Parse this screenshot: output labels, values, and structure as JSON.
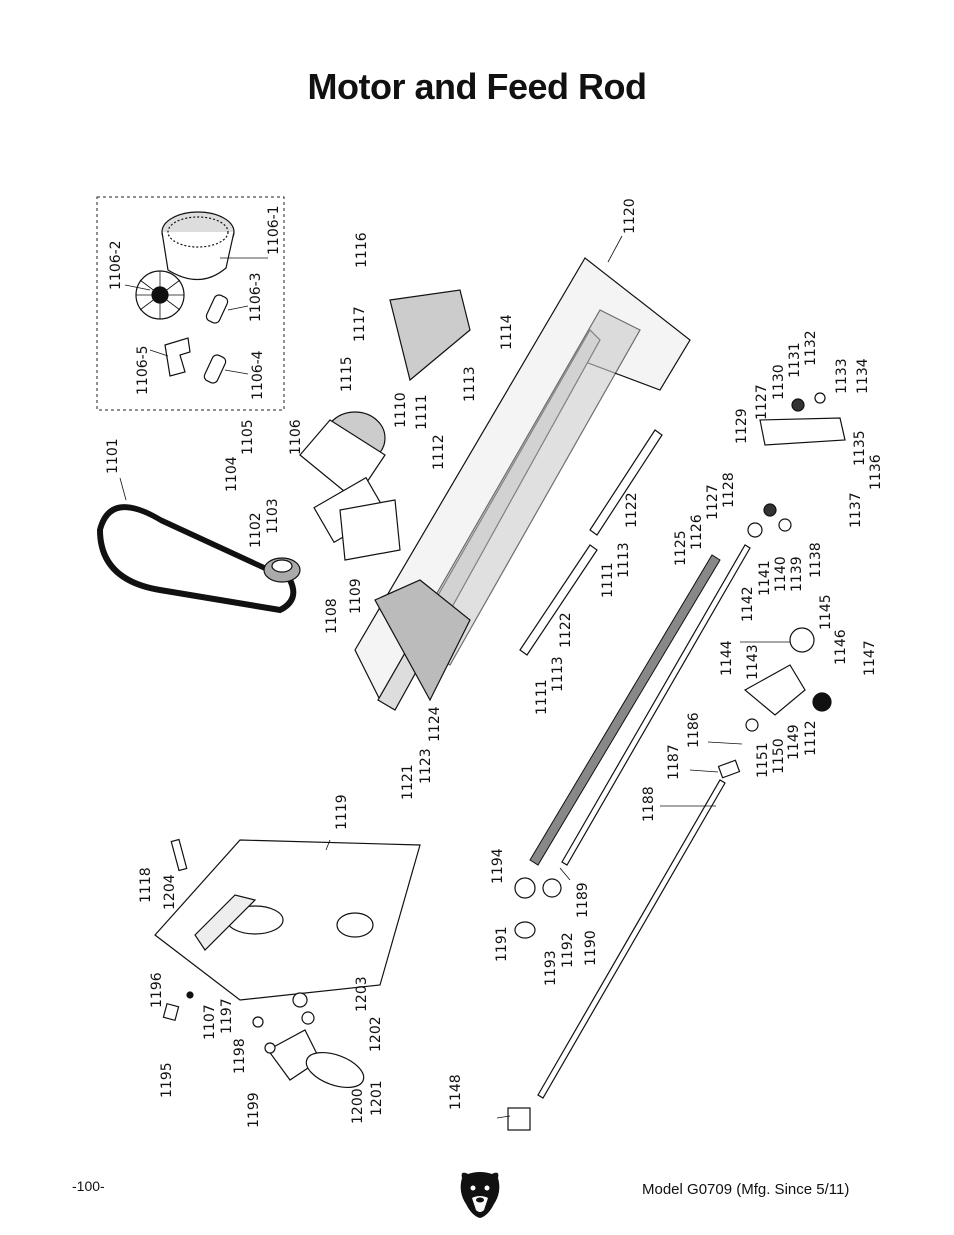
{
  "title": "Motor and Feed Rod",
  "footer": {
    "page_number": "-100-",
    "model": "Model G0709 (Mfg. Since 5/11)",
    "logo_icon": "bear-head-icon"
  },
  "part_labels": [
    {
      "text": "1106-2"
    },
    {
      "text": "1106-1"
    },
    {
      "text": "1106-3"
    },
    {
      "text": "1106-5"
    },
    {
      "text": "1106-4"
    },
    {
      "text": "1116"
    },
    {
      "text": "1117"
    },
    {
      "text": "1115"
    },
    {
      "text": "1114"
    },
    {
      "text": "1113"
    },
    {
      "text": "1110"
    },
    {
      "text": "1111"
    },
    {
      "text": "1112"
    },
    {
      "text": "1120"
    },
    {
      "text": "1105"
    },
    {
      "text": "1106"
    },
    {
      "text": "1104"
    },
    {
      "text": "1103"
    },
    {
      "text": "1102"
    },
    {
      "text": "1101"
    },
    {
      "text": "1108"
    },
    {
      "text": "1109"
    },
    {
      "text": "1121"
    },
    {
      "text": "1123"
    },
    {
      "text": "1124"
    },
    {
      "text": "1111"
    },
    {
      "text": "1113"
    },
    {
      "text": "1122"
    },
    {
      "text": "1111"
    },
    {
      "text": "1113"
    },
    {
      "text": "1122"
    },
    {
      "text": "1125"
    },
    {
      "text": "1126"
    },
    {
      "text": "1127"
    },
    {
      "text": "1128"
    },
    {
      "text": "1129"
    },
    {
      "text": "1127"
    },
    {
      "text": "1130"
    },
    {
      "text": "1131"
    },
    {
      "text": "1132"
    },
    {
      "text": "1133"
    },
    {
      "text": "1134"
    },
    {
      "text": "1135"
    },
    {
      "text": "1136"
    },
    {
      "text": "1137"
    },
    {
      "text": "1138"
    },
    {
      "text": "1139"
    },
    {
      "text": "1140"
    },
    {
      "text": "1141"
    },
    {
      "text": "1142"
    },
    {
      "text": "1144"
    },
    {
      "text": "1143"
    },
    {
      "text": "1145"
    },
    {
      "text": "1146"
    },
    {
      "text": "1147"
    },
    {
      "text": "1186"
    },
    {
      "text": "1151"
    },
    {
      "text": "1150"
    },
    {
      "text": "1149"
    },
    {
      "text": "1112"
    },
    {
      "text": "1187"
    },
    {
      "text": "1188"
    },
    {
      "text": "1119"
    },
    {
      "text": "1118"
    },
    {
      "text": "1204"
    },
    {
      "text": "1196"
    },
    {
      "text": "1195"
    },
    {
      "text": "1107"
    },
    {
      "text": "1197"
    },
    {
      "text": "1198"
    },
    {
      "text": "1199"
    },
    {
      "text": "1203"
    },
    {
      "text": "1202"
    },
    {
      "text": "1200"
    },
    {
      "text": "1201"
    },
    {
      "text": "1194"
    },
    {
      "text": "1191"
    },
    {
      "text": "1193"
    },
    {
      "text": "1192"
    },
    {
      "text": "1190"
    },
    {
      "text": "1189"
    },
    {
      "text": "1148"
    }
  ]
}
